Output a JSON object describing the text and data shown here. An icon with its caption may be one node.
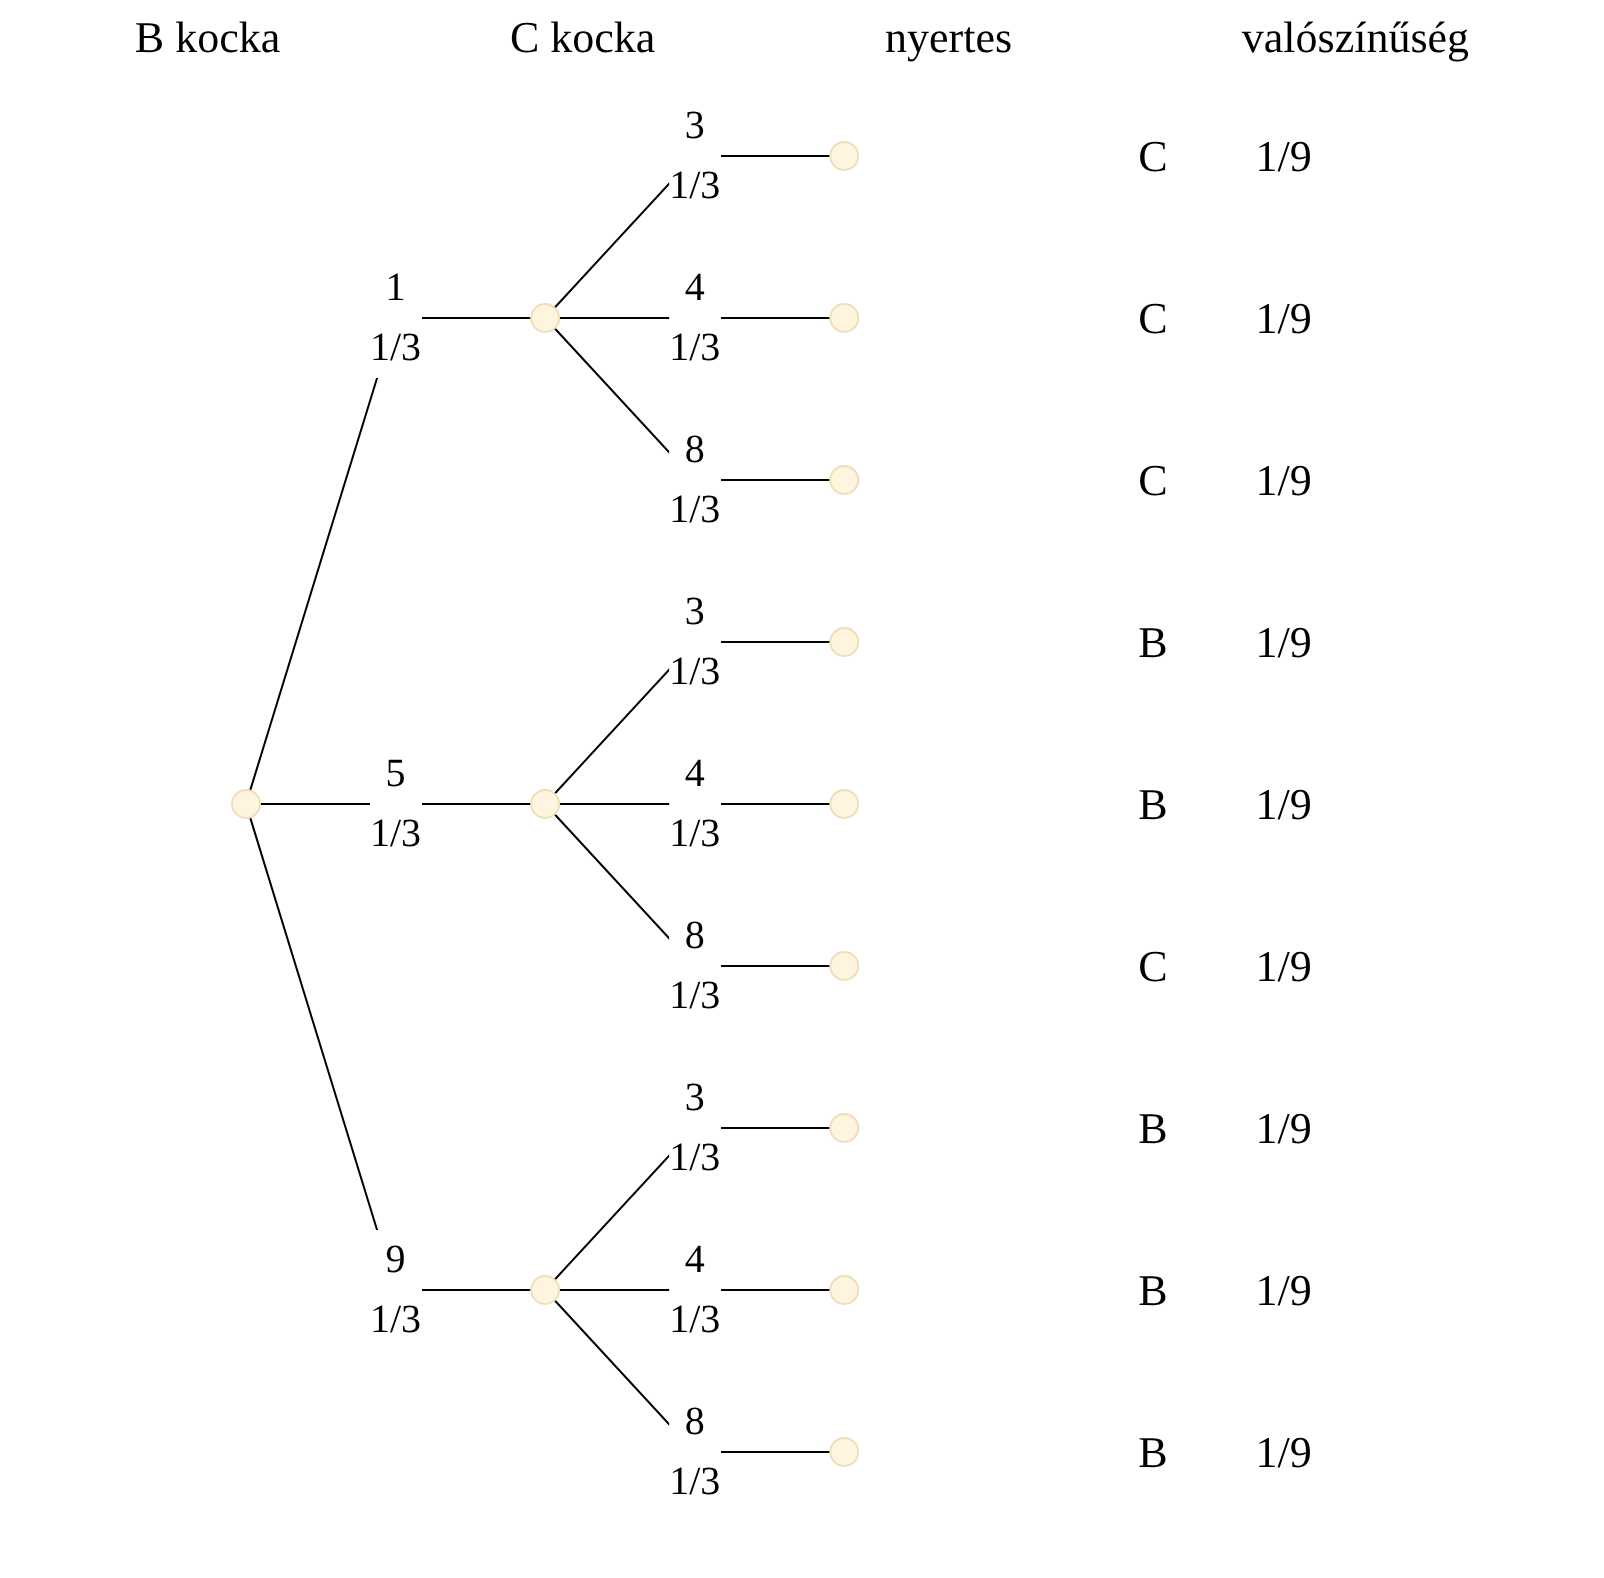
{
  "diagram": {
    "nodes": [
      {
        "text": [],
        "shape": "circle"
      },
      {
        "text": [],
        "shape": "circle"
      },
      {
        "text": [],
        "shape": "circle"
      },
      {
        "text": [],
        "shape": "circle"
      },
      {
        "text": [],
        "shape": "circle",
        "beside": [
          "C",
          "1/9"
        ]
      },
      {
        "text": [],
        "shape": "circle",
        "beside": [
          "C",
          "1/9"
        ]
      },
      {
        "text": [],
        "shape": "circle",
        "beside": [
          "C",
          "1/9"
        ]
      },
      {
        "text": [],
        "shape": "circle",
        "beside": [
          "B",
          "1/9"
        ]
      },
      {
        "text": [],
        "shape": "circle",
        "beside": [
          "B",
          "1/9"
        ]
      },
      {
        "text": [],
        "shape": "circle",
        "beside": [
          "C",
          "1/9"
        ]
      },
      {
        "text": [],
        "shape": "circle",
        "beside": [
          "B",
          "1/9"
        ]
      },
      {
        "text": [],
        "shape": "circle",
        "beside": [
          "B",
          "1/9"
        ]
      },
      {
        "text": [],
        "shape": "circle",
        "beside": [
          "B",
          "1/9"
        ]
      }
    ],
    "edges": [
      {
        "from": 0,
        "to": 1,
        "arrow": "none",
        "label": "1 1/3"
      },
      {
        "from": 0,
        "to": 2,
        "arrow": "none",
        "label": "5 1/3"
      },
      {
        "from": 0,
        "to": 3,
        "arrow": "none",
        "label": "9 1/3"
      },
      {
        "from": 1,
        "to": 4,
        "arrow": "none",
        "label": "3 1/3"
      },
      {
        "from": 1,
        "to": 5,
        "arrow": "none",
        "label": "4 1/3"
      },
      {
        "from": 1,
        "to": 6,
        "arrow": "none",
        "label": "8 1/3"
      },
      {
        "from": 2,
        "to": 7,
        "arrow": "none",
        "label": "3 1/3"
      },
      {
        "from": 2,
        "to": 8,
        "arrow": "none",
        "label": "4 1/3"
      },
      {
        "from": 2,
        "to": 9,
        "arrow": "none",
        "label": "8 1/3"
      },
      {
        "from": 3,
        "to": 10,
        "arrow": "none",
        "label": "3 1/3"
      },
      {
        "from": 3,
        "to": 11,
        "arrow": "none",
        "label": "4 1/3"
      },
      {
        "from": 3,
        "to": 12,
        "arrow": "none",
        "label": "8 1/3"
      }
    ],
    "labels": [
      "B kocka",
      "C kocka",
      "nyertes",
      "valószínűség"
    ]
  }
}
